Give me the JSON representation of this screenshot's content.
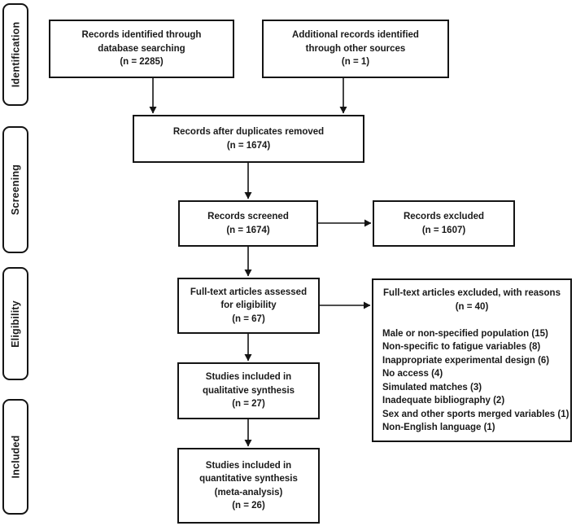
{
  "diagram_title": "PRISMA flow diagram",
  "colors": {
    "border": "#141414",
    "text": "#1a1a1a",
    "background": "#ffffff"
  },
  "sidebar": {
    "stages": [
      {
        "label": "Identification"
      },
      {
        "label": "Screening"
      },
      {
        "label": "Eligibility"
      },
      {
        "label": "Included"
      }
    ]
  },
  "boxes": {
    "identified": {
      "lines": [
        "Records identified through",
        "database searching",
        "(n = 2285)"
      ]
    },
    "additional": {
      "lines": [
        "Additional records identified",
        "through other sources",
        "(n = 1)"
      ]
    },
    "duplicates_removed": {
      "lines": [
        "Records after duplicates removed",
        "(n = 1674)"
      ]
    },
    "screened": {
      "lines": [
        "Records screened",
        "(n = 1674)"
      ]
    },
    "records_excluded": {
      "lines": [
        "Records excluded",
        "(n = 1607)"
      ]
    },
    "full_text_assessed": {
      "lines": [
        "Full-text articles assessed",
        "for eligibility",
        "(n = 67)"
      ]
    },
    "full_text_excluded": {
      "title_lines": [
        "Full-text articles excluded, with reasons",
        "(n = 40)"
      ],
      "reasons": [
        "Male or non-specified population (15)",
        "Non-specific to fatigue variables (8)",
        "Inappropriate experimental design (6)",
        "No access (4)",
        "Simulated matches (3)",
        "Inadequate bibliography (2)",
        "Sex and other sports merged variables (1)",
        "Non-English language (1)"
      ]
    },
    "qualitative": {
      "lines": [
        "Studies included in",
        "qualitative synthesis",
        "(n = 27)"
      ]
    },
    "quantitative": {
      "lines": [
        "Studies included in",
        "quantitative synthesis",
        "(meta-analysis)",
        "(n = 26)"
      ]
    }
  }
}
